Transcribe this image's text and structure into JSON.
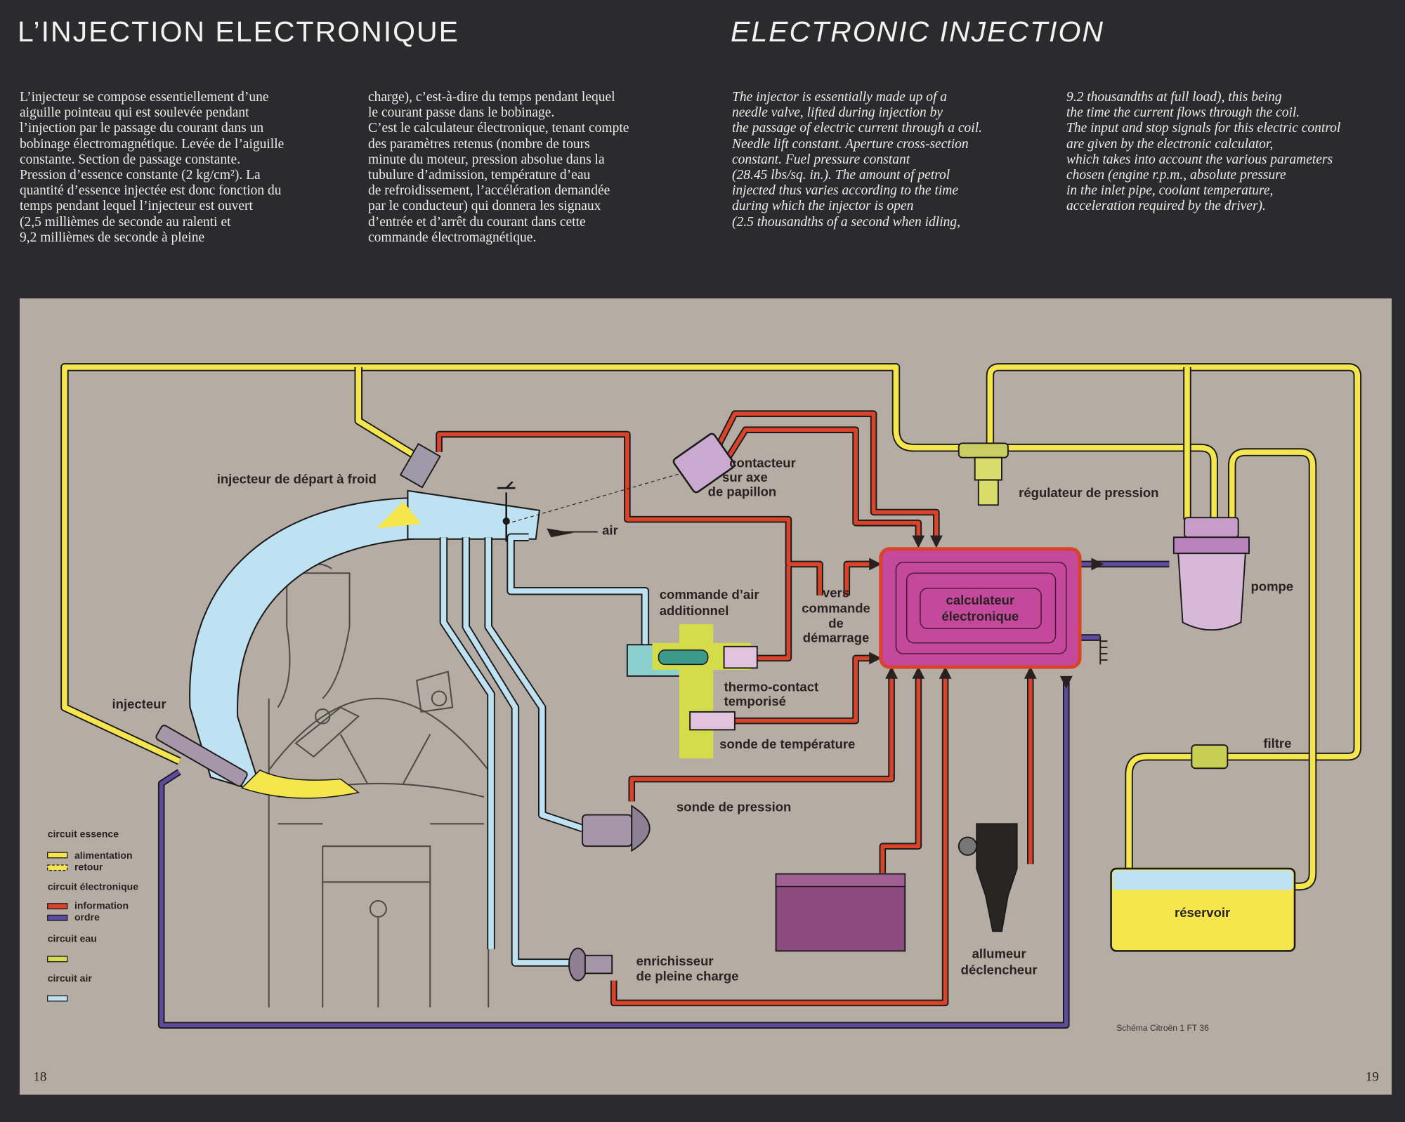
{
  "header": {
    "title_fr": "L’INJECTION ELECTRONIQUE",
    "title_en": "ELECTRONIC INJECTION"
  },
  "text": {
    "col1": [
      "L’injecteur se compose essentiellement d’une",
      "aiguille pointeau qui est soulevée pendant",
      "l’injection par le passage du courant dans un",
      "bobinage électromagnétique. Levée de l’aiguille",
      "constante. Section de passage constante.",
      "Pression d’essence constante (2 kg/cm²). La",
      "quantité d’essence injectée est donc fonction du",
      "temps pendant lequel l’injecteur est ouvert",
      "(2,5 millièmes de seconde au ralenti et",
      "9,2 millièmes de seconde à pleine"
    ],
    "col2": [
      "charge), c’est-à-dire du temps pendant lequel",
      "le courant passe dans le bobinage.",
      "C’est le calculateur électronique, tenant compte",
      "des paramètres retenus (nombre de tours",
      "minute du moteur, pression absolue dans la",
      "tubulure d’admission, température d’eau",
      "de refroidissement, l’accélération demandée",
      "par le conducteur) qui donnera les signaux",
      "d’entrée et d’arrêt du courant dans cette",
      "commande électromagnétique."
    ],
    "col3": [
      "The injector is essentially made up of a",
      "needle valve, lifted during injection by",
      "the passage of electric current through a coil.",
      "Needle lift constant. Aperture cross-section",
      "constant. Fuel pressure constant",
      "(28.45 lbs/sq. in.). The amount of petrol",
      "injected thus varies according to the time",
      "during which the injector is open",
      "(2.5 thousandths of a second when idling,"
    ],
    "col4": [
      "9.2 thousandths at full load), this being",
      "the time the current flows through the coil.",
      "The input and stop signals for this electric control",
      "are given by the electronic calculator,",
      "which takes into account the various parameters",
      "chosen (engine r.p.m., absolute pressure",
      "in the inlet pipe, coolant temperature,",
      "acceleration required by the driver)."
    ]
  },
  "diagram": {
    "labels": {
      "injecteur_depart": "injecteur de départ à froid",
      "contacteur": [
        "contacteur",
        "sur axe",
        "de papillon"
      ],
      "regulateur": "régulateur de pression",
      "air": "air",
      "commande_air": [
        "commande d’air",
        "additionnel"
      ],
      "vers_commande": [
        "vers",
        "commande",
        "de",
        "démarrage"
      ],
      "calculateur": [
        "calculateur",
        "électronique"
      ],
      "pompe": "pompe",
      "injecteur": "injecteur",
      "thermo_contact": [
        "thermo-contact",
        "temporisé"
      ],
      "sonde_temperature": "sonde de température",
      "filtre": "filtre",
      "sonde_pression": "sonde de pression",
      "reservoir": "réservoir",
      "allumeur": [
        "allumeur",
        "déclencheur"
      ],
      "enrichisseur": [
        "enrichisseur",
        "de pleine charge"
      ]
    },
    "legend": {
      "essence": {
        "title": "circuit essence",
        "items": [
          "alimentation",
          "retour"
        ]
      },
      "electronique": {
        "title": "circuit électronique",
        "items": [
          "information",
          "ordre"
        ]
      },
      "eau": {
        "title": "circuit eau"
      },
      "air": {
        "title": "circuit air"
      }
    },
    "colors": {
      "fuel": "#f4e64c",
      "information": "#d8432a",
      "ordre": "#5d4ba0",
      "water": "#d4dc4a",
      "air": "#bfe2f2",
      "calculator": "#c4499c"
    },
    "credit": "Schéma Citroën 1 FT 36"
  },
  "footer": {
    "page_left": "18",
    "page_right": "19"
  }
}
